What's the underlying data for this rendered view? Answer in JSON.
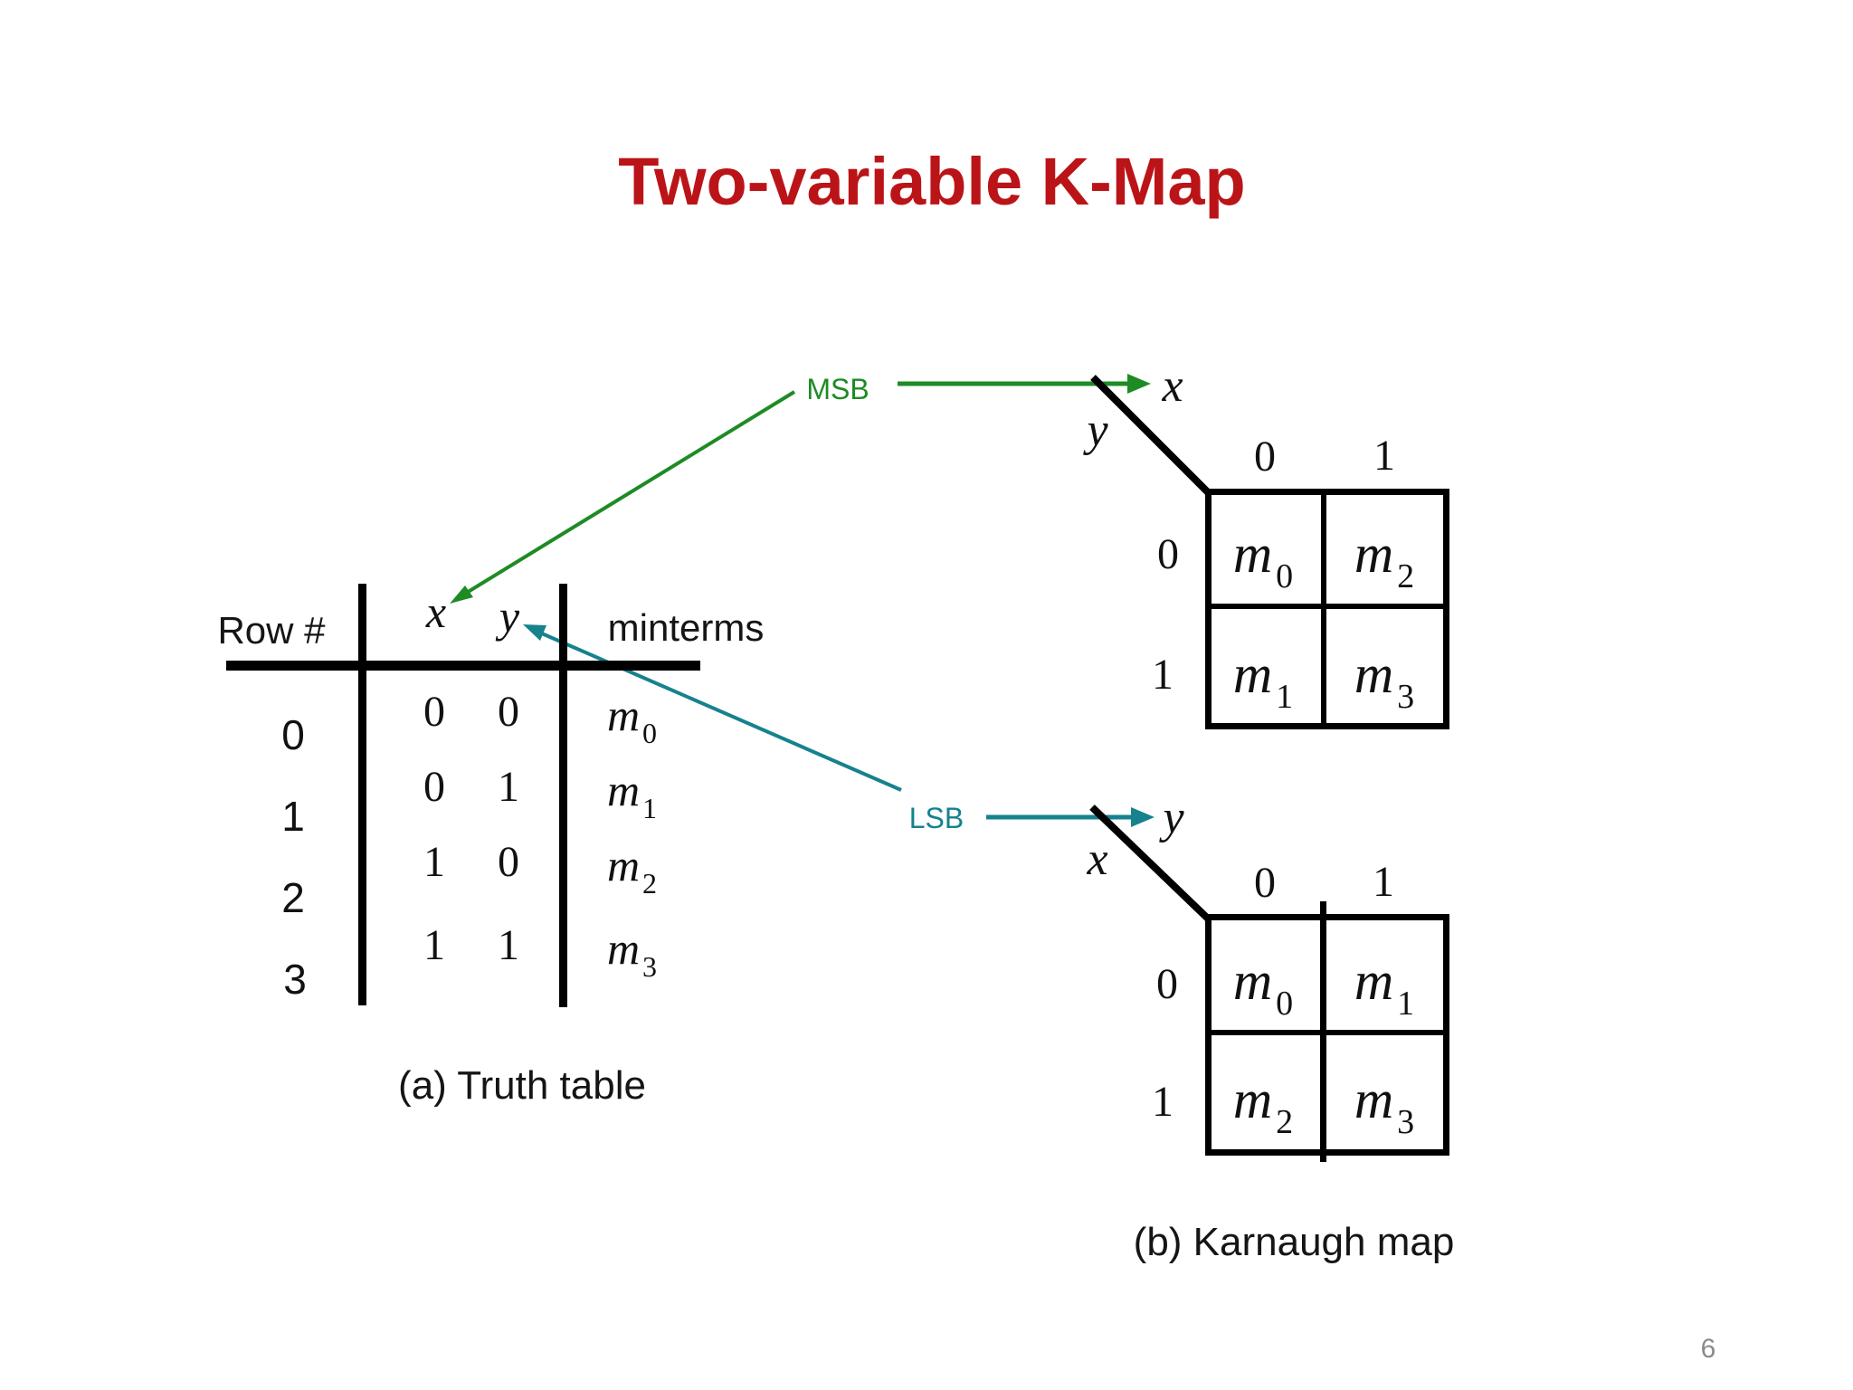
{
  "title": "Two-variable K-Map",
  "page_number": "6",
  "colors": {
    "title_red": "#bb1418",
    "msb_green": "#1e8b24",
    "lsb_teal": "#15828e",
    "page_gray": "#8a8a8a"
  },
  "annotations": {
    "msb_label": "MSB",
    "lsb_label": "LSB"
  },
  "truth_table": {
    "row_header_label": "Row #",
    "col_x_label": "x",
    "col_y_label": "y",
    "minterms_label": "minterms",
    "rows": [
      {
        "num": "0",
        "x": "0",
        "y": "0",
        "m_base": "m",
        "m_sub": "0"
      },
      {
        "num": "1",
        "x": "0",
        "y": "1",
        "m_base": "m",
        "m_sub": "1"
      },
      {
        "num": "2",
        "x": "1",
        "y": "0",
        "m_base": "m",
        "m_sub": "2"
      },
      {
        "num": "3",
        "x": "1",
        "y": "1",
        "m_base": "m",
        "m_sub": "3"
      }
    ],
    "caption": "(a) Truth table"
  },
  "kmap_top": {
    "top_axis_label": "x",
    "side_axis_label": "y",
    "col_headers": [
      "0",
      "1"
    ],
    "row_headers": [
      "0",
      "1"
    ],
    "cells": [
      {
        "base": "m",
        "sub": "0"
      },
      {
        "base": "m",
        "sub": "2"
      },
      {
        "base": "m",
        "sub": "1"
      },
      {
        "base": "m",
        "sub": "3"
      }
    ]
  },
  "kmap_bottom": {
    "top_axis_label": "y",
    "side_axis_label": "x",
    "col_headers": [
      "0",
      "1"
    ],
    "row_headers": [
      "0",
      "1"
    ],
    "cells": [
      {
        "base": "m",
        "sub": "0"
      },
      {
        "base": "m",
        "sub": "1"
      },
      {
        "base": "m",
        "sub": "2"
      },
      {
        "base": "m",
        "sub": "3"
      }
    ]
  },
  "kmap_caption": "(b) Karnaugh map"
}
